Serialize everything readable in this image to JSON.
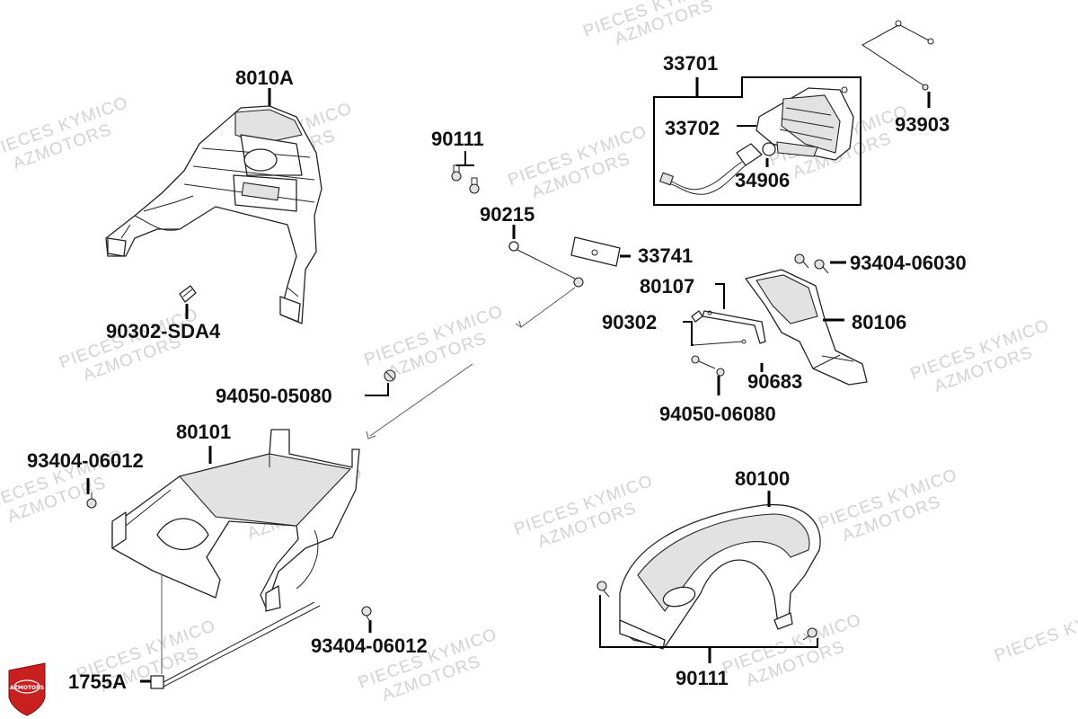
{
  "watermark": {
    "line1": "PIECES KYMICO",
    "line2": "AZMOTORS"
  },
  "logo": {
    "text": "AZMOTORS",
    "color": "#c8201e"
  },
  "labels": {
    "p8010A": "8010A",
    "p90302SDA4": "90302-SDA4",
    "p90111top": "90111",
    "p90215": "90215",
    "p33741": "33741",
    "p33701": "33701",
    "p33702": "33702",
    "p34906": "34906",
    "p93903": "93903",
    "p93404_06030": "93404-06030",
    "p80107": "80107",
    "p90302": "90302",
    "p80106": "80106",
    "p90683": "90683",
    "p94050_06080": "94050-06080",
    "p94050_05080": "94050-05080",
    "p80101": "80101",
    "p93404_06012a": "93404-06012",
    "p93404_06012b": "93404-06012",
    "p1755A": "1755A",
    "p80100": "80100",
    "p90111bottom": "90111"
  }
}
